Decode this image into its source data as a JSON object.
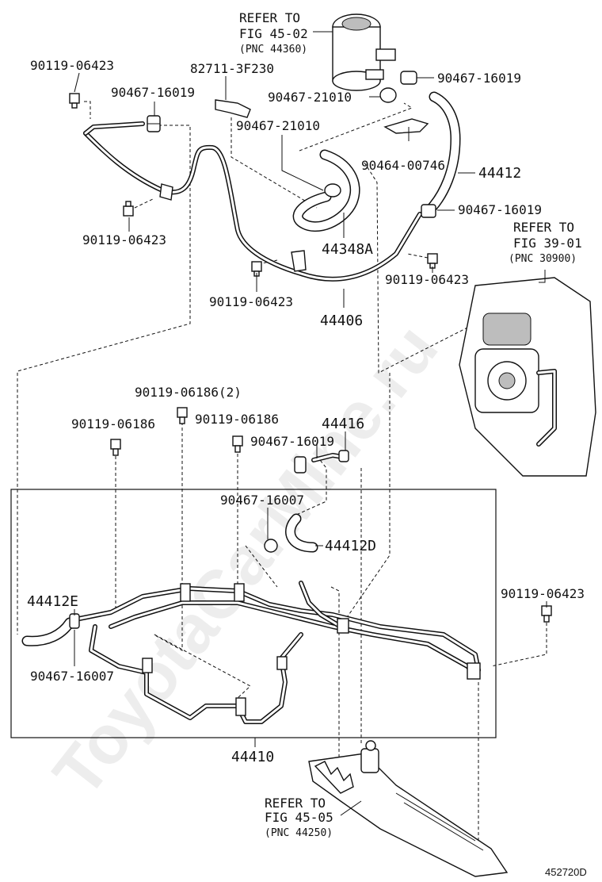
{
  "refs": {
    "reservoir": {
      "line1": "REFER TO",
      "line2": "FIG 45-02",
      "line3": "(PNC 44360)"
    },
    "pump": {
      "line1": "REFER TO",
      "line2": "FIG 39-01",
      "line3": "(PNC 30900)"
    },
    "gear": {
      "line1": "REFER TO",
      "line2": "FIG 45-05",
      "line3": "(PNC 44250)"
    }
  },
  "labels": {
    "bolt_top_left": "90119-06423",
    "clamp_top_left": "90467-16019",
    "bracket_8271": "82711-3F230",
    "clip_res_right": "90467-16019",
    "clamp_21010_a": "90467-21010",
    "clamp_21010_b": "90467-21010",
    "clip_00746": "90464-00746",
    "hose_44412": "44412",
    "clamp_mid_right": "90467-16019",
    "bolt_mid_left": "90119-06423",
    "hose_44348a": "44348A",
    "bolt_mid_right": "90119-06423",
    "bolt_lower_mid": "90119-06423",
    "tube_44406": "44406",
    "bolt_06186_2": "90119-06186(2)",
    "bolt_06186_left": "90119-06186",
    "bolt_06186_mid": "90119-06186",
    "hose_44416": "44416",
    "clamp_16019_low": "90467-16019",
    "clamp_16007_top": "90467-16007",
    "hose_44412d": "44412D",
    "hose_44412e": "44412E",
    "bolt_right_low": "90119-06423",
    "clamp_16007_low": "90467-16007",
    "assy_44410": "44410"
  },
  "watermark": "ToyotaCarMine.ru",
  "figure_code": "452720D"
}
